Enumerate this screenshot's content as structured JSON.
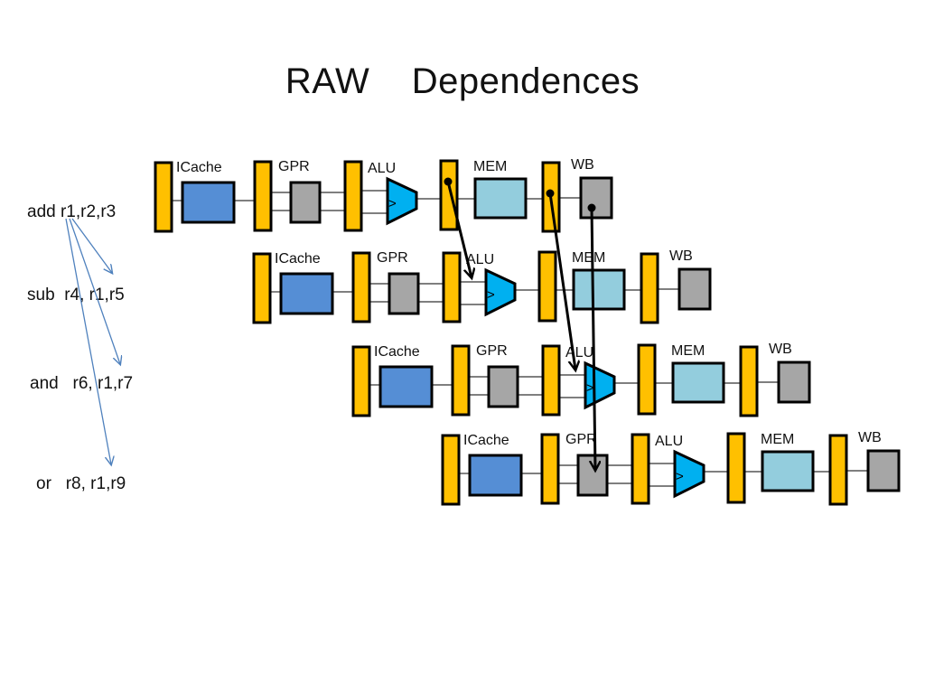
{
  "title": "RAW    Dependences",
  "instructions": [
    {
      "text": "add r1,r2,r3"
    },
    {
      "text": "sub  r4, r1,r5"
    },
    {
      "text": "and   r6, r1,r7"
    },
    {
      "text": "or   r8, r1,r9"
    }
  ],
  "stage_labels": {
    "icache": "ICache",
    "gpr": "GPR",
    "alu": "ALU",
    "mem": "MEM",
    "wb": "WB",
    "alu_symbol": ">"
  },
  "colors": {
    "pipeline_register": "#FFC000",
    "icache": "#558ED5",
    "gpr": "#A6A6A6",
    "alu": "#00B0F0",
    "mem": "#93CDDD",
    "wb": "#A6A6A6",
    "outline": "#000000",
    "dependency_arrow": "#4F81BD",
    "bypass_arrow": "#000000"
  },
  "dependencies": [
    {
      "from": "add r1,r2,r3",
      "to": "sub  r4, r1,r5",
      "register": "r1"
    },
    {
      "from": "add r1,r2,r3",
      "to": "and   r6, r1,r7",
      "register": "r1"
    },
    {
      "from": "add r1,r2,r3",
      "to": "or   r8, r1,r9",
      "register": "r1"
    }
  ],
  "bypasses": [
    {
      "from": "add EX/MEM register",
      "to": "sub ALU input"
    },
    {
      "from": "add MEM/WB register",
      "to": "and ALU input"
    },
    {
      "from": "add WB",
      "to": "or GPR read"
    }
  ]
}
